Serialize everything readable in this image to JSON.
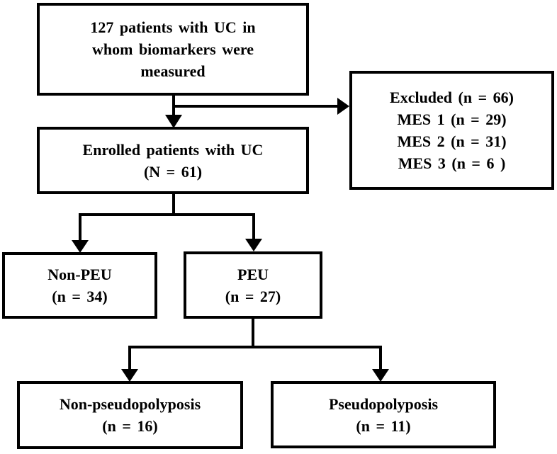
{
  "figure": {
    "type": "flowchart",
    "background_color": "#ffffff",
    "line_color": "#000000",
    "box_fill_color": "#ffffff",
    "text_color": "#000000",
    "nodes": {
      "patients_measured": {
        "text": "127 patients with UC in\nwhom biomarkers were\nmeasured"
      },
      "excluded": {
        "text": "Excluded (n = 66)\nMES 1 (n = 29)\nMES 2 (n = 31)\nMES 3 (n = 6 )"
      },
      "enrolled": {
        "text": "Enrolled patients with UC\n(N = 61)"
      },
      "non_peu": {
        "text": "Non-PEU\n(n = 34)"
      },
      "peu": {
        "text": "PEU\n(n = 27)"
      },
      "non_pseudopolyposis": {
        "text": "Non-pseudopolyposis\n(n = 16)"
      },
      "pseudopolyposis": {
        "text": "Pseudopolyposis\n(n = 11)"
      }
    }
  }
}
